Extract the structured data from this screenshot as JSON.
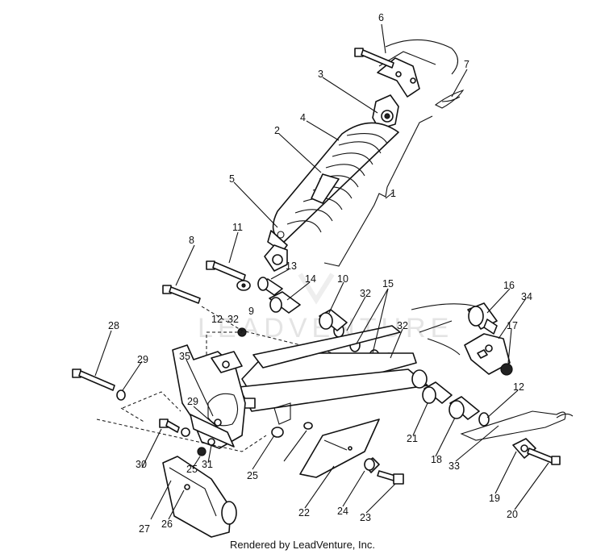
{
  "watermark": "LEADVENTURE",
  "footer": "Rendered by LeadVenture, Inc.",
  "callouts": [
    "1",
    "2",
    "3",
    "4",
    "5",
    "6",
    "7",
    "8",
    "9",
    "10",
    "11",
    "12",
    "12",
    "13",
    "14",
    "15",
    "16",
    "17",
    "18",
    "19",
    "20",
    "21",
    "22",
    "23",
    "24",
    "25",
    "25",
    "26",
    "27",
    "28",
    "29",
    "29",
    "30",
    "31",
    "32",
    "32",
    "32",
    "33",
    "34",
    "35"
  ],
  "colors": {
    "ink": "#111111",
    "background": "#ffffff",
    "watermark": "#e4e4e4"
  }
}
